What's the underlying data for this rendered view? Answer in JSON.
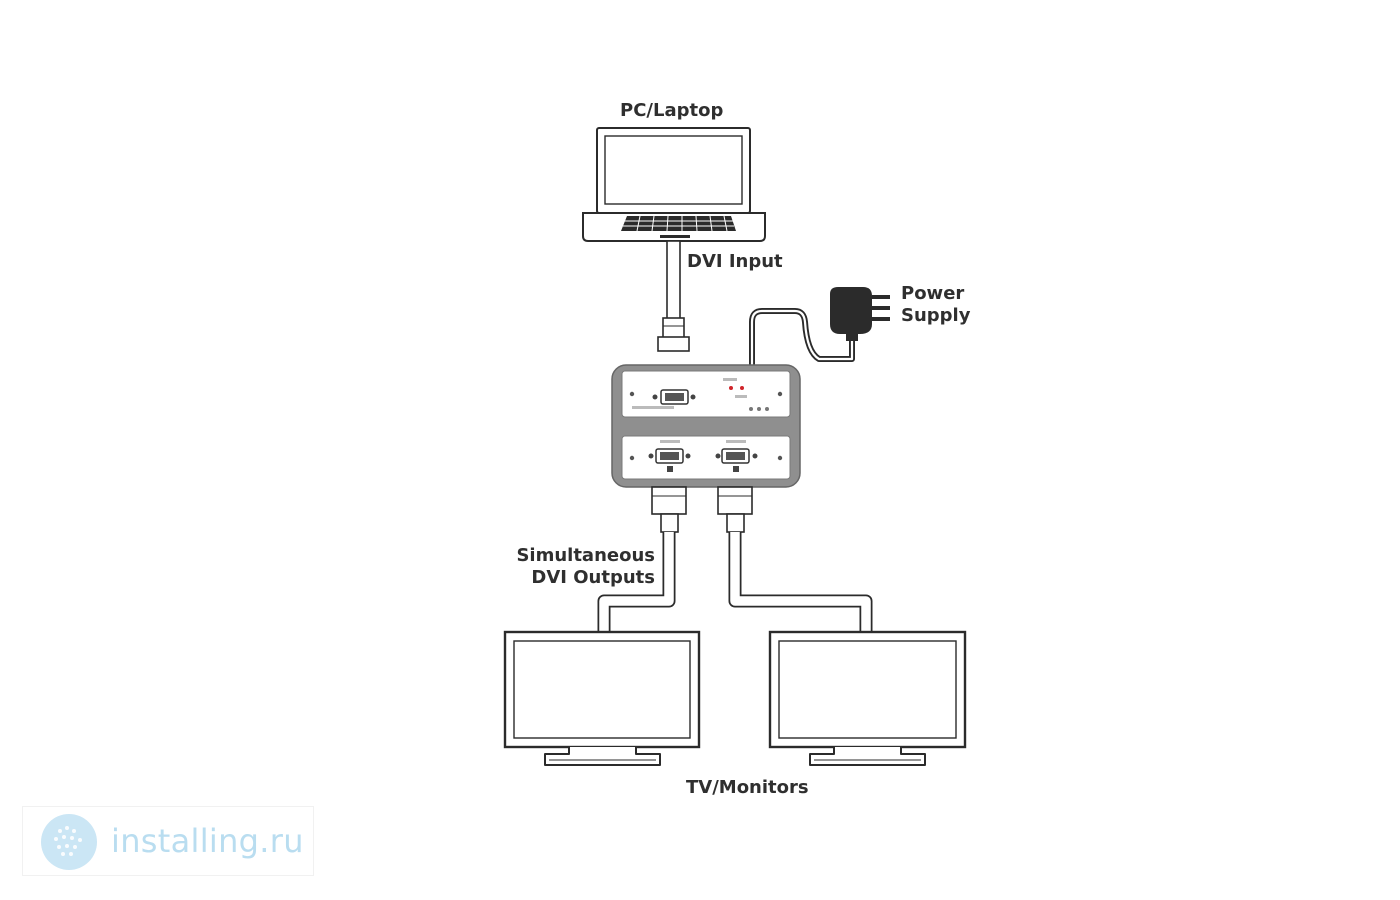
{
  "labels": {
    "pc_laptop": "PC/Laptop",
    "dvi_input": "DVI Input",
    "power_supply_line1": "Power",
    "power_supply_line2": "Supply",
    "outputs_line1": "Simultaneous",
    "outputs_line2": "DVI Outputs",
    "tv_monitors": "TV/Monitors"
  },
  "watermark": {
    "text": "installing.ru"
  },
  "colors": {
    "outline": "#2b2b2b",
    "device_body": "#8f8f8f",
    "led_red": "#d0242a",
    "watermark_text": "#b9ddf0",
    "watermark_logo": "#cbe6f5"
  }
}
